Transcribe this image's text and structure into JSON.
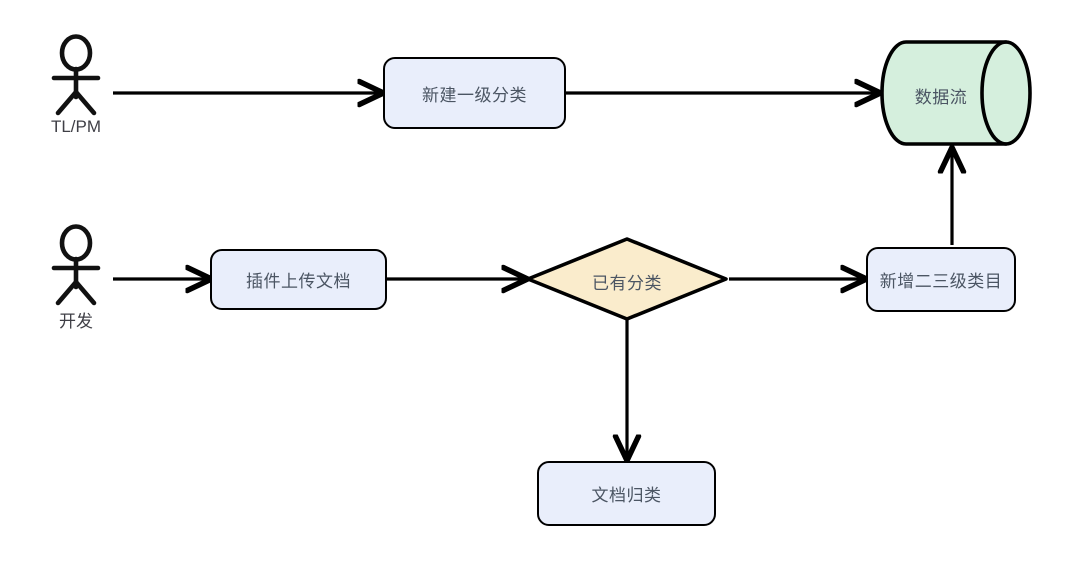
{
  "diagram": {
    "type": "flowchart",
    "background": "#ffffff",
    "palette": {
      "process_fill": "#e9eefb",
      "decision_fill": "#faeccc",
      "datastore_fill": "#d5efdd",
      "stroke": "#000000",
      "text": "#4b5563"
    },
    "actors": [
      {
        "id": "actor-tlpm",
        "label": "TL/PM",
        "icon": "stick-figure-icon"
      },
      {
        "id": "actor-dev",
        "label": "开发",
        "icon": "stick-figure-icon"
      }
    ],
    "nodes": [
      {
        "id": "node-new-top-category",
        "shape": "process",
        "label": "新建一级分类"
      },
      {
        "id": "node-data-stream",
        "shape": "cylinder",
        "label": "数据流"
      },
      {
        "id": "node-plugin-upload-doc",
        "shape": "process",
        "label": "插件上传文档"
      },
      {
        "id": "node-has-category",
        "shape": "decision",
        "label": "已有分类"
      },
      {
        "id": "node-add-sub-category",
        "shape": "process",
        "label": "新增二三级类目"
      },
      {
        "id": "node-doc-classify",
        "shape": "process",
        "label": "文档归类"
      }
    ],
    "edges": [
      {
        "id": "edge-tlpm-to-new-top-category",
        "from": "actor-tlpm",
        "to": "node-new-top-category",
        "label": ""
      },
      {
        "id": "edge-new-top-category-to-data-stream",
        "from": "node-new-top-category",
        "to": "node-data-stream",
        "label": ""
      },
      {
        "id": "edge-dev-to-plugin-upload",
        "from": "actor-dev",
        "to": "node-plugin-upload-doc",
        "label": ""
      },
      {
        "id": "edge-plugin-upload-to-has-category",
        "from": "node-plugin-upload-doc",
        "to": "node-has-category",
        "label": ""
      },
      {
        "id": "edge-has-category-to-add-sub-category",
        "from": "node-has-category",
        "to": "node-add-sub-category",
        "label": ""
      },
      {
        "id": "edge-has-category-to-doc-classify",
        "from": "node-has-category",
        "to": "node-doc-classify",
        "label": ""
      },
      {
        "id": "edge-add-sub-category-to-data-stream",
        "from": "node-add-sub-category",
        "to": "node-data-stream",
        "label": ""
      }
    ]
  }
}
